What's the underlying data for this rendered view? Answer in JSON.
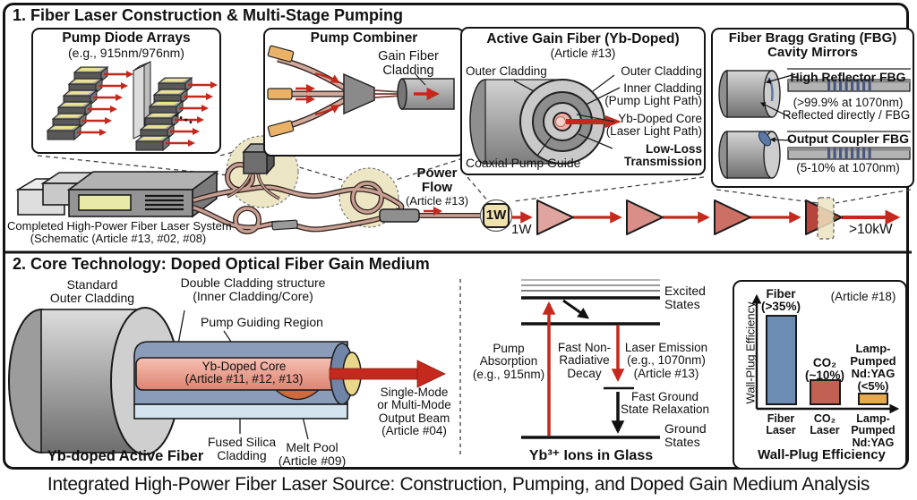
{
  "caption": "Integrated High-Power Fiber Laser Source: Construction, Pumping, and Doped Gain Medium Analysis",
  "colors": {
    "arrow_red": "#c5281c",
    "fiber_sheath": "#c8a093",
    "highlight_beige": "#ece6c4",
    "seed_box_fill": "#f0e2ae",
    "amplifier_fills": [
      "#e0a49e",
      "#d98f88",
      "#cc7065",
      "#b8453c"
    ],
    "core_pink": "#f0b2a8",
    "inner_cladding_blue": "#8b9cba",
    "fused_silica_blue": "#d3e4ef",
    "melt_pool_orange": "#cf6a3e",
    "fbg_grating_blue": "#49587c",
    "bar_blue": "#6d8cb4",
    "bar_red": "#c26054",
    "bar_orange": "#e7a94e"
  },
  "section1": {
    "title": "1. Fiber Laser Construction & Multi-Stage Pumping",
    "pump_diode_box": {
      "title": "Pump Diode Arrays",
      "subtitle": "(e.g., 915nm/976nm)",
      "dots": "····"
    },
    "pump_combiner_box": {
      "title": "Pump Combiner",
      "cladding_label": "Gain Fiber\nCladding"
    },
    "gain_fiber_box": {
      "title": "Active Gain Fiber (Yb-Doped)",
      "subtitle": "(Article #13)",
      "outer_cladding_left": "Outer Cladding",
      "outer_cladding_right": "Outer Cladding",
      "inner_cladding": "Inner Cladding\n(Pump Light Path)",
      "core": "Yb-Doped Core\n(Laser Light Path)",
      "low_loss": "Low-Loss\nTransmission",
      "coaxial": "Coaxial Pump Guide"
    },
    "fbg_box": {
      "title": "Fiber Bragg Grating (FBG)\nCavity Mirrors",
      "high_reflector": {
        "label": "High Reflector FBG",
        "spec": "(>99.9% at 1070nm)",
        "note": "Reflected directly / FBG"
      },
      "output_coupler": {
        "label": "Output Coupler FBG",
        "spec": "(5-10% at 1070nm)"
      }
    },
    "system_label": "Completed High-Power Fiber Laser System\n(Schematic (Article #13, #02, #08)",
    "power_flow": "Power\nFlow",
    "power_flow_ref": "(Article #13)",
    "seed_node": "1W",
    "seed_label": "1W",
    "output_label": ">10kW"
  },
  "section2": {
    "title": "2. Core Technology: Doped Optical Fiber Gain Medium",
    "fiber": {
      "standard_outer_cladding": "Standard\nOuter Cladding",
      "double_cladding": "Double Cladding structure\n(Inner Cladding/Core)",
      "pump_guiding": "Pump Guiding Region",
      "core_label": "Yb-Doped Core\n(Article #11, #12, #13)",
      "fused_silica": "Fused Silica\nCladding",
      "melt_pool": "Melt Pool\n(Article #09)",
      "name": "Yb-doped Active Fiber",
      "output_beam": "Single-Mode\nor Multi-Mode\nOutput Beam\n(Article #04)"
    },
    "energy": {
      "excited": "Excited\nStates",
      "pump_absorption": "Pump\nAbsorption\n(e.g., 915nm)",
      "decay": "Fast Non-\nRadiative\nDecay",
      "emission": "Laser Emission\n(e.g., 1070nm)\n(Article #13)",
      "relaxation": "Fast Ground\nState Relaxation",
      "ground": "Ground\nStates",
      "caption": "Yb³⁺ Ions in Glass"
    },
    "chart": {
      "ref": "(Article #18)",
      "y_axis": "Wall-Plug Efficiency",
      "bar_top_labels": [
        "Fiber\n(>35%)",
        "CO₂\n(~10%)",
        "Lamp-\nPumped\nNd:YAG\n(<5%)"
      ],
      "x_labels": [
        "Fiber\nLaser",
        "CO₂\nLaser",
        "Lamp-\nPumped\nNd:YAG"
      ],
      "title": "Wall-Plug Efficiency"
    }
  },
  "chart_data": {
    "type": "bar",
    "categories": [
      "Fiber Laser",
      "CO₂ Laser",
      "Lamp-Pumped Nd:YAG"
    ],
    "values": [
      35,
      10,
      5
    ],
    "value_labels": [
      ">35%",
      "~10%",
      "<5%"
    ],
    "title": "Wall-Plug Efficiency",
    "xlabel": "",
    "ylabel": "Wall-Plug Efficiency",
    "annotation": "(Article #18)",
    "colors": [
      "#6d8cb4",
      "#c26054",
      "#e7a94e"
    ],
    "ylim": [
      0,
      40
    ],
    "legend": false,
    "grid": false
  }
}
